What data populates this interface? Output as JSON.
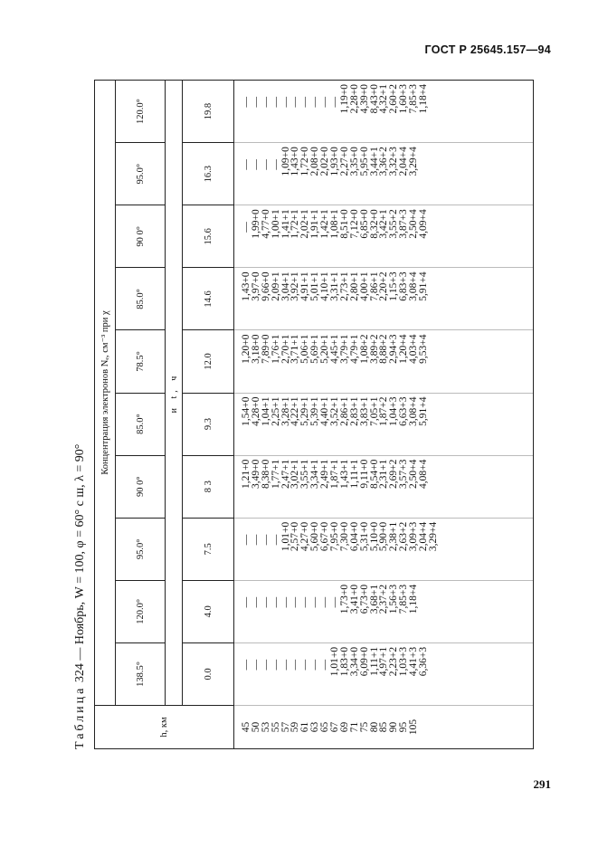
{
  "header": "ГОСТ Р 25645.157—94",
  "page_number": "291",
  "caption": {
    "prefix": "Таблица",
    "text": "324 — Ноябрь, W = 100, φ = 60° с ш, λ = 90°"
  },
  "table": {
    "h_header": "h, км",
    "group_header": "Концентрация электронов Nₑ, см⁻³ при χ",
    "t_header": "и t, ч",
    "chi": [
      "138.5°",
      "120.0°",
      "95.0°",
      "90 0°",
      "85.0°",
      "78.5°",
      "85.0°",
      "90 0°",
      "95.0°",
      "120.0°"
    ],
    "t": [
      "0.0",
      "4.0",
      "7.5",
      "8 3",
      "9.3",
      "12.0",
      "14.6",
      "15.6",
      "16.3",
      "19.8"
    ],
    "h_values": [
      "45",
      "50",
      "53",
      "55",
      "57",
      "59",
      "61",
      "63",
      "65",
      "67",
      "69",
      "71",
      "75",
      "80",
      "85",
      "90",
      "95",
      "105"
    ],
    "columns": [
      [
        "—",
        "—",
        "—",
        "—",
        "—",
        "—",
        "—",
        "—",
        "—",
        "1,01+0",
        "1,83+0",
        "3,34+0",
        "6,09+0",
        "1,11+1",
        "4,97+1",
        "2,23+2",
        "1,03+3",
        "4,41+3",
        "6,36+3"
      ],
      [
        "—",
        "—",
        "—",
        "—",
        "—",
        "—",
        "—",
        "—",
        "—",
        "—",
        "1,73+0",
        "3,41+0",
        "6,73+0",
        "3,68+1",
        "2,37+2",
        "1,56+3",
        "7,85+3",
        "1,18+4"
      ],
      [
        "—",
        "—",
        "—",
        "—",
        "1,01+0",
        "2,57+0",
        "4,27+0",
        "5,60+0",
        "6,67+0",
        "7,95+0",
        "7,30+0",
        "6,04+0",
        "5,31+0",
        "5,10+0",
        "5,90+0",
        "2,38+1",
        "2,63+2",
        "3,09+3",
        "2,04+4",
        "3,29+4"
      ],
      [
        "1,21+0",
        "3,49+0",
        "8,38+0",
        "1,77+1",
        "2,47+1",
        "3,02+1",
        "3,55+1",
        "3,34+1",
        "2,49+1",
        "1,87+1",
        "1,43+1",
        "1,11+1",
        "9,11+0",
        "8,54+0",
        "2,31+1",
        "2,69+2",
        "3,57+3",
        "2,50+4",
        "4,08+4"
      ],
      [
        "1,54+0",
        "4,28+0",
        "1,04+1",
        "2,25+1",
        "3,28+1",
        "4,22+1",
        "5,29+1",
        "5,39+1",
        "4,40+1",
        "3,52+1",
        "2,86+1",
        "2,83+1",
        "3,83+1",
        "7,05+1",
        "1,87+2",
        "1,04+3",
        "6,63+3",
        "3,08+4",
        "5,91+4"
      ],
      [
        "1,20+0",
        "3,18+0",
        "7,89+0",
        "1,76+1",
        "2,70+1",
        "3,71+1",
        "5,06+1",
        "5,69+1",
        "5,20+1",
        "4,45+1",
        "3,79+1",
        "4,79+1",
        "1,08+2",
        "3,89+2",
        "8,88+2",
        "2,94+3",
        "1,20+4",
        "4,03+4",
        "9,53+4"
      ],
      [
        "1,43+0",
        "3,97+0",
        "9,66+0",
        "2,09+1",
        "3,04+1",
        "3,92+1",
        "4,91+1",
        "5,01+1",
        "4,10+1",
        "3,31+1",
        "2,73+1",
        "2,80+1",
        "4,00+1",
        "7,86+1",
        "2,20+2",
        "1,15+3",
        "6,83+3",
        "3,08+4",
        "5,91+4"
      ],
      [
        "—",
        "1,99+0",
        "4,77+0",
        "1,00+1",
        "1,41+1",
        "1,72+1",
        "2,02+1",
        "1,91+1",
        "1,42+1",
        "1,08+1",
        "8,51+0",
        "7,12+0",
        "6,85+0",
        "8,32+0",
        "3,42+1",
        "3,55+2",
        "3,87+3",
        "2,50+4",
        "4,09+4"
      ],
      [
        "—",
        "—",
        "—",
        "—",
        "1,09+0",
        "1,43+0",
        "1,72+0",
        "2,08+0",
        "2,02+0",
        "1,93+0",
        "2,27+0",
        "3,35+0",
        "5,95+0",
        "3,44+1",
        "3,36+2",
        "3,32+3",
        "2,04+4",
        "3,29+4"
      ],
      [
        "—",
        "—",
        "—",
        "—",
        "—",
        "—",
        "—",
        "—",
        "—",
        "—",
        "1,19+0",
        "2,28+0",
        "4,39+0",
        "8,43+0",
        "4,32+1",
        "2,60+2",
        "1,60+3",
        "7,85+3",
        "1,18+4"
      ]
    ]
  }
}
